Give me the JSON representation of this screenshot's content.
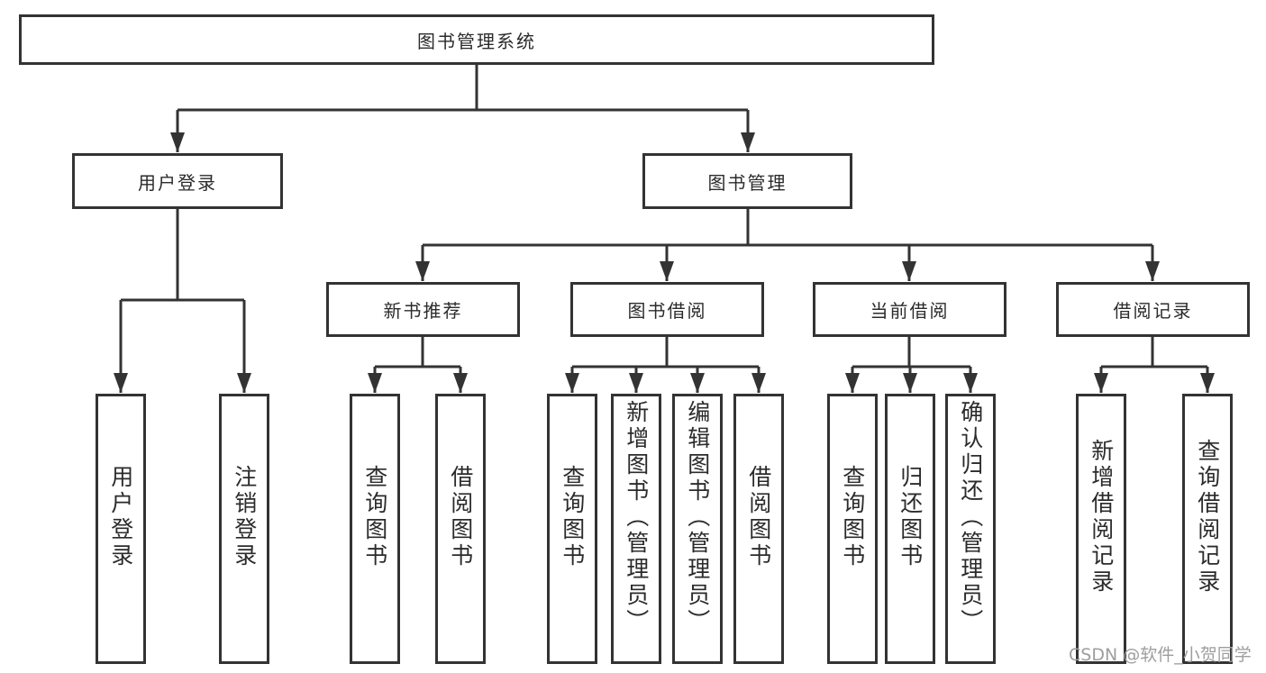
{
  "tree": {
    "label": "图书管理系统",
    "children": [
      {
        "label": "用户登录",
        "children": [
          {
            "label": "用户登录"
          },
          {
            "label": "注销登录"
          }
        ]
      },
      {
        "label": "图书管理",
        "children": [
          {
            "label": "新书推荐",
            "children": [
              {
                "label": "查询图书"
              },
              {
                "label": "借阅图书"
              }
            ]
          },
          {
            "label": "图书借阅",
            "children": [
              {
                "label": "查询图书"
              },
              {
                "label": "新增图书（管理员）"
              },
              {
                "label": "编辑图书（管理员）"
              },
              {
                "label": "借阅图书"
              }
            ]
          },
          {
            "label": "当前借阅",
            "children": [
              {
                "label": "查询图书"
              },
              {
                "label": "归还图书"
              },
              {
                "label": "确认归还（管理员）"
              }
            ]
          },
          {
            "label": "借阅记录",
            "children": [
              {
                "label": "新增借阅记录"
              },
              {
                "label": "查询借阅记录"
              }
            ]
          }
        ]
      }
    ]
  },
  "watermark": "CSDN @软件_小贺同学",
  "colors": {
    "line": "#333333",
    "text": "#2b2b2b",
    "watermark": "#9e9e9e",
    "background": "#ffffff"
  }
}
